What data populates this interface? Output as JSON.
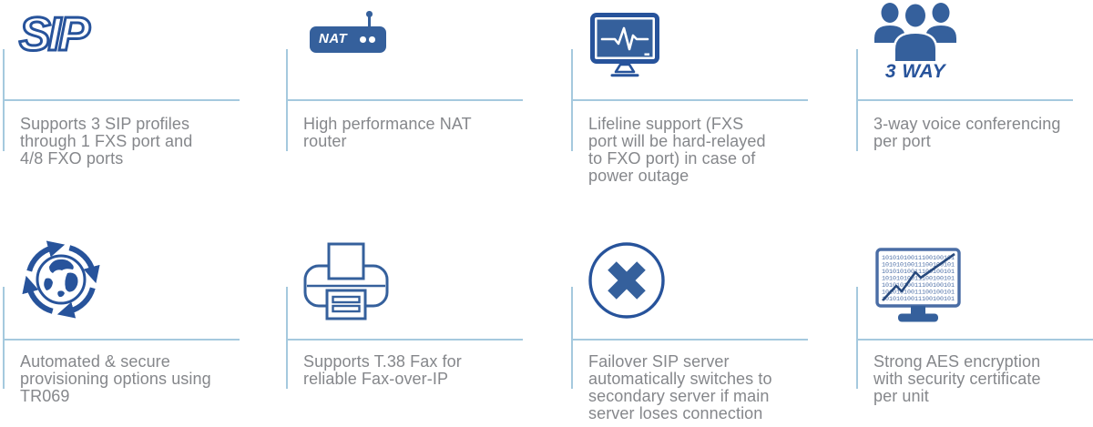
{
  "palette": {
    "icon_dark": "#27539B",
    "icon_mid": "#35609C",
    "icon_light": "#4A6DA5",
    "line_blue": "#A5C9DE",
    "text_gray": "#85878B",
    "chart_line": "#27497D"
  },
  "features": [
    {
      "id": "sip-profiles",
      "icon": "sip-logo-icon",
      "icon_label": "SIP",
      "description": "Supports 3 SIP profiles\nthrough 1 FXS port and\n4/8 FXO ports"
    },
    {
      "id": "nat-router",
      "icon": "nat-router-icon",
      "icon_label": "NAT",
      "description": "High performance NAT\nrouter"
    },
    {
      "id": "lifeline-support",
      "icon": "pulse-monitor-icon",
      "description": "Lifeline support (FXS\nport will be hard-relayed\nto FXO port) in case of\npower outage"
    },
    {
      "id": "three-way-conferencing",
      "icon": "people-group-icon",
      "icon_label": "3 WAY",
      "description": "3-way voice conferencing\nper port"
    },
    {
      "id": "provisioning",
      "icon": "globe-sync-icon",
      "description": "Automated & secure\nprovisioning options using\nTR069"
    },
    {
      "id": "t38-fax",
      "icon": "fax-printer-icon",
      "description": "Supports T.38 Fax for\nreliable Fax-over-IP"
    },
    {
      "id": "failover",
      "icon": "failover-x-icon",
      "description": "Failover SIP server\nautomatically switches to\nsecondary server if main\nserver loses connection"
    },
    {
      "id": "aes-encryption",
      "icon": "binary-monitor-icon",
      "binary_text": "10101010011100100101",
      "description": "Strong AES encryption\nwith security certificate\nper unit"
    }
  ]
}
